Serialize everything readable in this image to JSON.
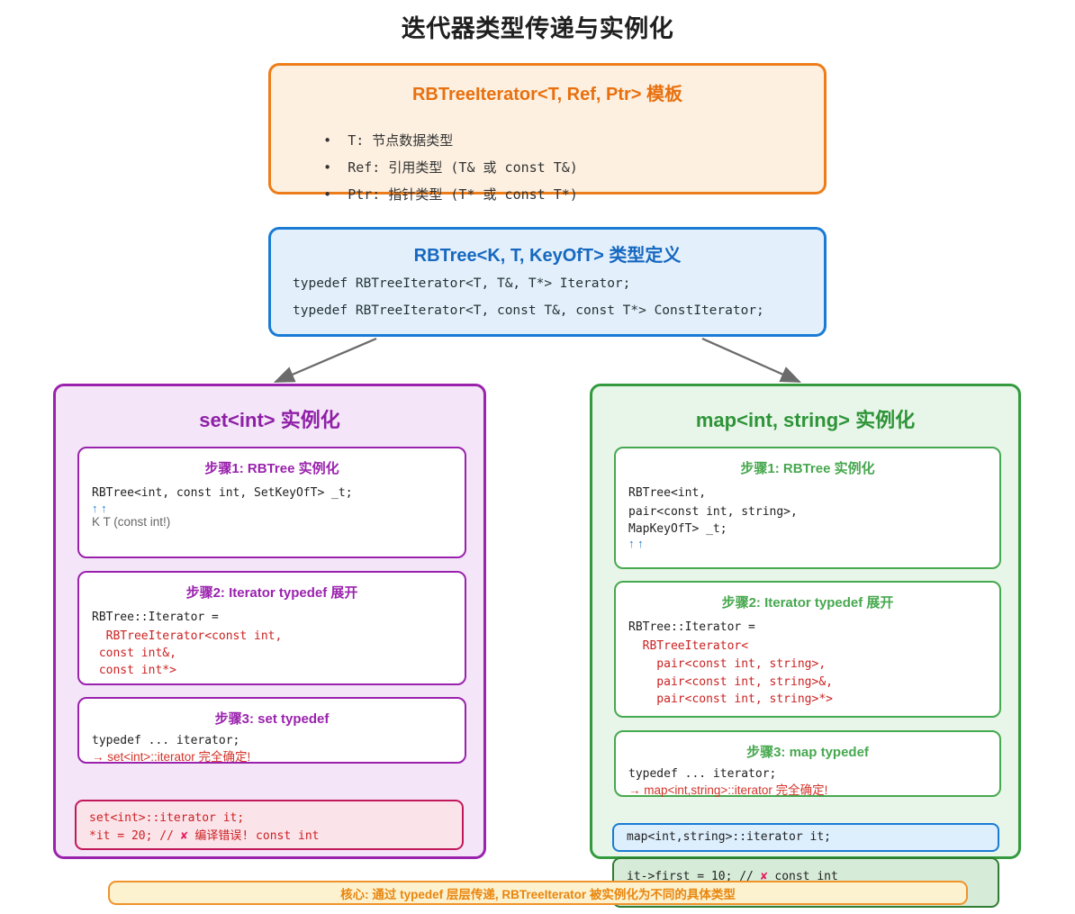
{
  "title": "迭代器类型传递与实例化",
  "template_box": {
    "title": "RBTreeIterator<T, Ref, Ptr> 模板",
    "items": [
      "T: 节点数据类型",
      "Ref: 引用类型 (T& 或 const T&)",
      "Ptr: 指针类型 (T* 或 const T*)"
    ]
  },
  "rbtree_box": {
    "title": "RBTree<K, T, KeyOfT> 类型定义",
    "lines": [
      "typedef RBTreeIterator<T, T&, T*> Iterator;",
      "typedef RBTreeIterator<T, const T&, const T*> ConstIterator;"
    ]
  },
  "set_panel": {
    "heading": "set<int> 实例化",
    "step1": {
      "title": "步骤1: RBTree 实例化",
      "code": "RBTree<int, const int, SetKeyOfT> _t;",
      "arrows": "↑ ↑",
      "note": "K T (const int!)"
    },
    "step2": {
      "title": "步骤2: Iterator typedef 展开",
      "line1": "RBTree::Iterator =",
      "line2": "  RBTreeIterator<const int,",
      "line3": " const int&,",
      "line4": " const int*>"
    },
    "step3": {
      "title": "步骤3: set typedef",
      "code": "typedef ... iterator;",
      "note": "→ set<int>::iterator 完全确定!"
    },
    "error": {
      "line1": "set<int>::iterator it;",
      "line2_a": "*it = 20; // ",
      "line2_x": "✘",
      "line2_b": " 编译错误! const int"
    }
  },
  "map_panel": {
    "heading": "map<int, string> 实例化",
    "step1": {
      "title": "步骤1: RBTree 实例化",
      "line1": "RBTree<int,",
      "line2": "pair<const int, string>,",
      "line3": "MapKeyOfT> _t;",
      "arrows": "↑ ↑"
    },
    "step2": {
      "title": "步骤2: Iterator typedef 展开",
      "line1": "RBTree::Iterator =",
      "line2": "  RBTreeIterator<",
      "line3": "    pair<const int, string>,",
      "line4": "    pair<const int, string>&,",
      "line5": "    pair<const int, string>*>"
    },
    "step3": {
      "title": "步骤3: map typedef",
      "code": "typedef ... iterator;",
      "note": "→ map<int,string>::iterator 完全确定!"
    },
    "usage": "map<int,string>::iterator it;",
    "error": {
      "line_a": "it->first = 10; // ",
      "line_x": "✘",
      "line_b": " const int"
    }
  },
  "footer": "核心: 通过 typedef 层层传递, RBTreeIterator 被实例化为不同的具体类型",
  "colors": {
    "orange": "#ed7d1a",
    "blue": "#1a7bd4",
    "purple": "#9a22ad",
    "green": "#339b3d",
    "red": "#cc2222",
    "arrow_gray": "#6b6b6b"
  }
}
